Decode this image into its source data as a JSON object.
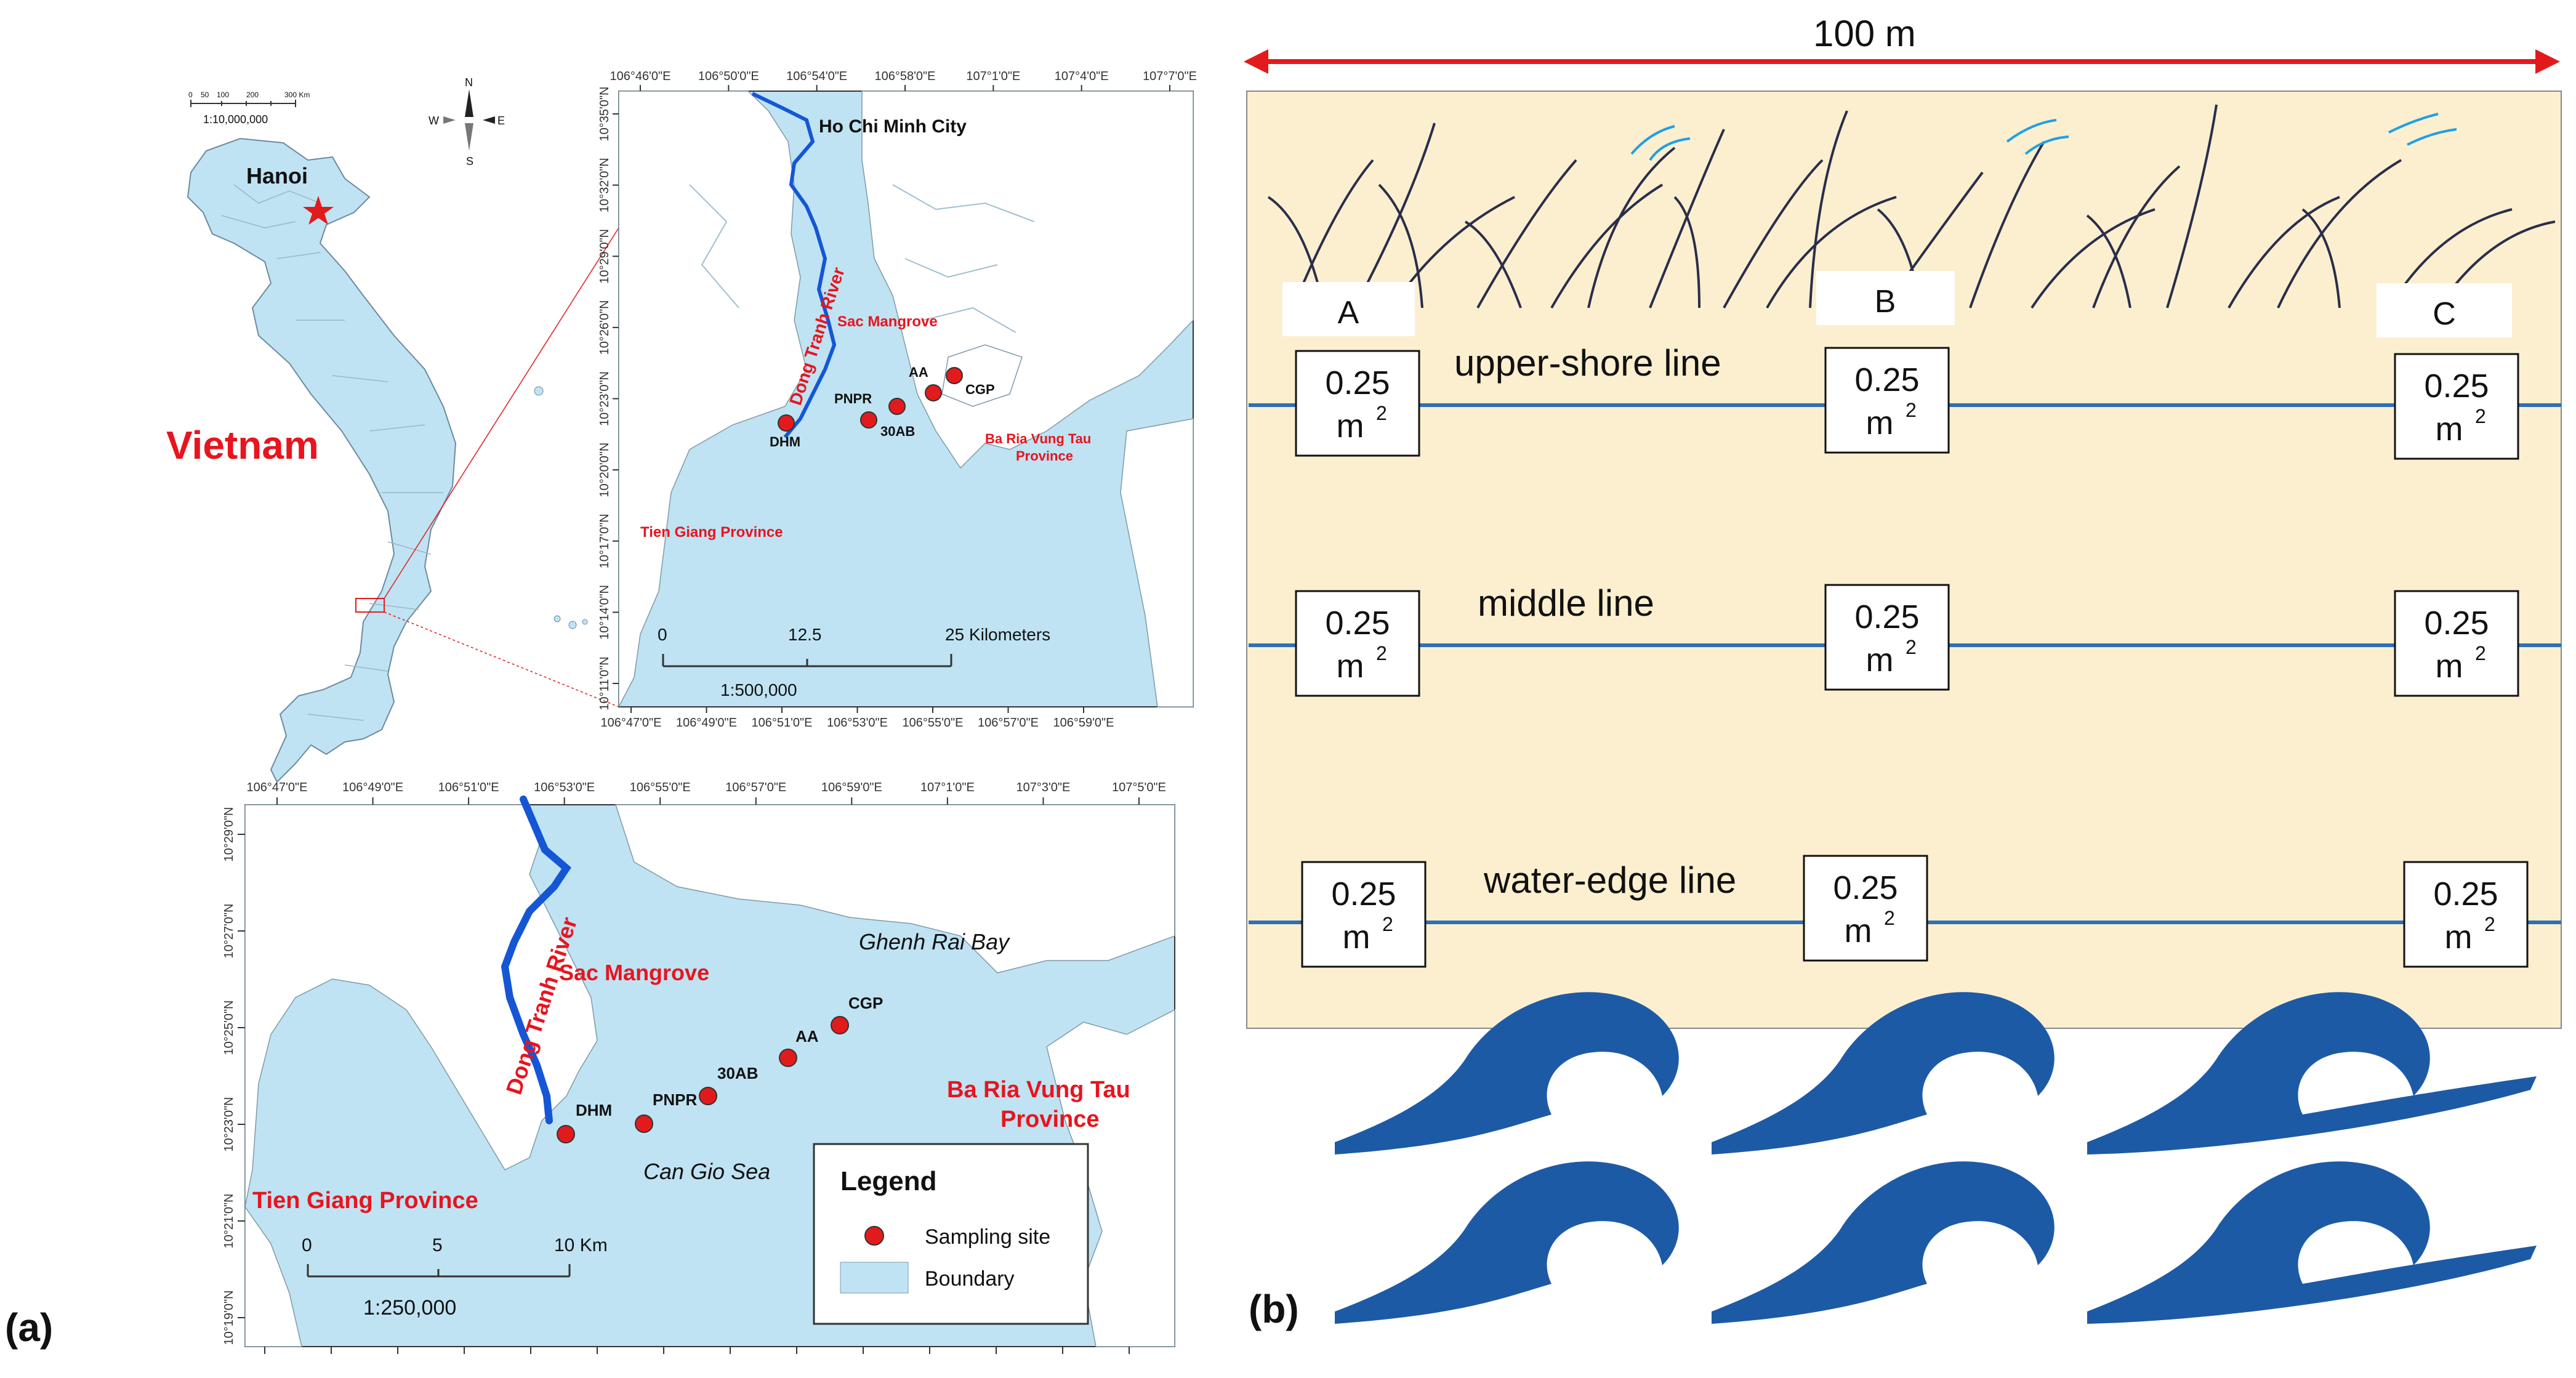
{
  "panel_labels": {
    "a": "(a)",
    "b": "(b)"
  },
  "vietnam_map": {
    "country": "Vietnam",
    "capital": "Hanoi",
    "scale_text": "1:10,000,000",
    "scale_ticks": [
      "0",
      "50",
      "100",
      "200",
      "300 Km"
    ],
    "compass": {
      "n": "N",
      "s": "S",
      "e": "E",
      "w": "W"
    }
  },
  "inset_map": {
    "top_ticks": [
      "106°46'0\"E",
      "106°50'0\"E",
      "106°54'0\"E",
      "106°58'0\"E",
      "107°1'0\"E",
      "107°4'0\"E",
      "107°7'0\"E"
    ],
    "bottom_ticks": [
      "106°47'0\"E",
      "106°49'0\"E",
      "106°51'0\"E",
      "106°53'0\"E",
      "106°55'0\"E",
      "106°57'0\"E",
      "106°59'0\"E"
    ],
    "left_ticks": [
      "10°35'0\"N",
      "10°32'0\"N",
      "10°29'0\"N",
      "10°26'0\"N",
      "10°23'0\"N",
      "10°20'0\"N",
      "10°17'0\"N",
      "10°14'0\"N",
      "10°11'0\"N"
    ],
    "labels": {
      "city": "Ho Chi Minh City",
      "river": "Dong Tranh River",
      "mangrove": "Sac Mangrove",
      "province_east_1": "Ba Ria Vung Tau",
      "province_east_2": "Province",
      "province_west": "Tien Giang Province"
    },
    "sites": [
      "DHM",
      "PNPR",
      "30AB",
      "AA",
      "CGP"
    ],
    "scale_ticks": [
      "0",
      "12.5",
      "25 Kilometers"
    ],
    "scale_text": "1:500,000"
  },
  "detail_map": {
    "top_ticks": [
      "106°47'0\"E",
      "106°49'0\"E",
      "106°51'0\"E",
      "106°53'0\"E",
      "106°55'0\"E",
      "106°57'0\"E",
      "106°59'0\"E",
      "107°1'0\"E",
      "107°3'0\"E",
      "107°5'0\"E"
    ],
    "left_ticks": [
      "10°29'0\"N",
      "10°27'0\"N",
      "10°25'0\"N",
      "10°23'0\"N",
      "10°21'0\"N",
      "10°19'0\"N"
    ],
    "labels": {
      "river": "Dong Tranh River",
      "mangrove": "Sac Mangrove",
      "bay": "Ghenh Rai Bay",
      "sea": "Can Gio Sea",
      "province_east_1": "Ba Ria Vung Tau",
      "province_east_2": "Province",
      "province_west": "Tien Giang Province"
    },
    "sites": [
      "DHM",
      "PNPR",
      "30AB",
      "AA",
      "CGP"
    ],
    "scale_ticks": [
      "0",
      "5",
      "10 Km"
    ],
    "scale_text": "1:250,000",
    "legend": {
      "title": "Legend",
      "site": "Sampling site",
      "boundary": "Boundary"
    }
  },
  "transect": {
    "width_label": "100 m",
    "columns": [
      "A",
      "B",
      "C"
    ],
    "lines": [
      "upper-shore line",
      "middle line",
      "water-edge line"
    ],
    "quadrat_value": "0.25",
    "quadrat_unit": "m",
    "quadrat_exp": "2"
  },
  "colors": {
    "water": "#bfe3f3",
    "land": "#ffffff",
    "site": "#e31a1c",
    "river": "#1456d6",
    "sand": "#fcefcf",
    "line": "#2e6fb6",
    "wave": "#1d5aa6",
    "arrow": "#e31a1c"
  }
}
